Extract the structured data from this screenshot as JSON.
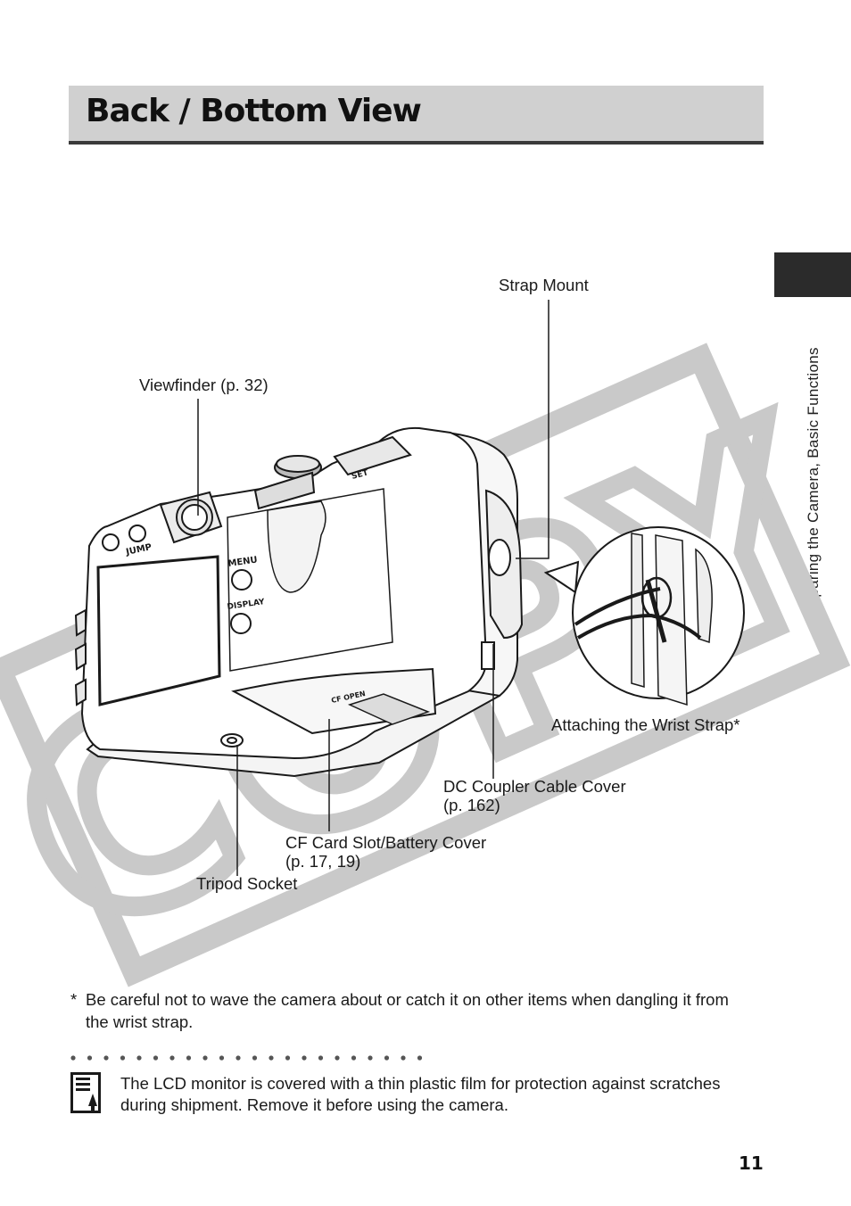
{
  "page": {
    "title": "Back / Bottom View",
    "section_tab": "Preparing the Camera, Basic Functions",
    "page_number": "11"
  },
  "figure": {
    "watermark": "COPY",
    "camera_markings": {
      "jump": "JUMP",
      "menu": "MENU",
      "display": "DISPLAY",
      "set": "SET",
      "cf_open": "CF  OPEN"
    },
    "callouts": {
      "strap_mount": "Strap Mount",
      "viewfinder": "Viewfinder (p. 32)",
      "wrist_strap": "Attaching the Wrist Strap*",
      "dc_coupler_line1": "DC Coupler Cable Cover",
      "dc_coupler_line2": "(p. 162)",
      "cf_card_line1": "CF Card Slot/Battery Cover",
      "cf_card_line2": "(p. 17, 19)",
      "tripod": "Tripod Socket"
    }
  },
  "footnote": {
    "marker": "*",
    "text": "Be careful not to wave the camera about or catch it on other items when dangling it from the wrist strap."
  },
  "note": {
    "icon": "memo-note-icon",
    "text": "The LCD monitor is covered with a thin plastic film for protection against scratches during shipment.  Remove it before using the camera."
  }
}
